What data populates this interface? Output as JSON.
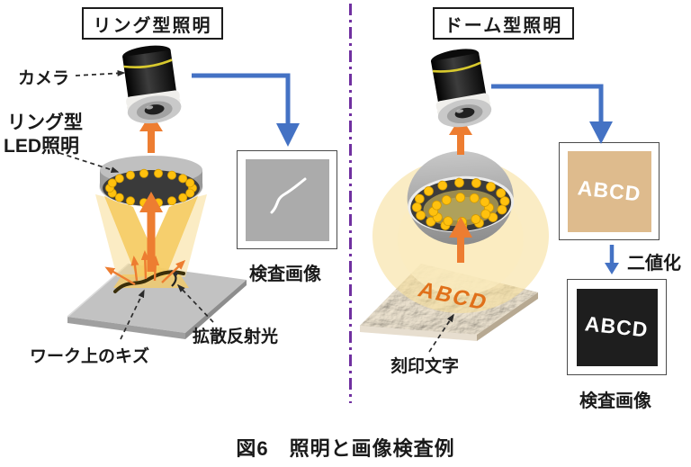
{
  "left_panel": {
    "title": "リング型照明",
    "camera_label": "カメラ",
    "led_label_line1": "リング型",
    "led_label_line2": "LED照明",
    "scratch_label": "ワーク上のキズ",
    "diffuse_label": "拡散反射光",
    "result_caption": "検査画像"
  },
  "right_panel": {
    "title": "ドーム型照明",
    "engraved_label": "刻印文字",
    "plate_text": "ABCD",
    "raw_image_text": "ABCD",
    "binarize_label": "二値化",
    "binary_image_text": "ABCD",
    "result_caption": "検査画像"
  },
  "figure": {
    "caption": "図6　照明と画像検査例"
  },
  "colors": {
    "flow_arrow_blue": "#4472C4",
    "light_arrow_orange": "#ED7D31",
    "beam_yellow": "#F5CB62",
    "beam_yellow_light": "#F8DD93",
    "led_yellow": "#FFC10E",
    "divider_purple": "#7030A0",
    "engraved_orange": "#E0701A",
    "raw_image_tan": "#DEBB8D",
    "binary_image_black": "#1E1E1E",
    "inspection_gray": "#ABABAB"
  }
}
